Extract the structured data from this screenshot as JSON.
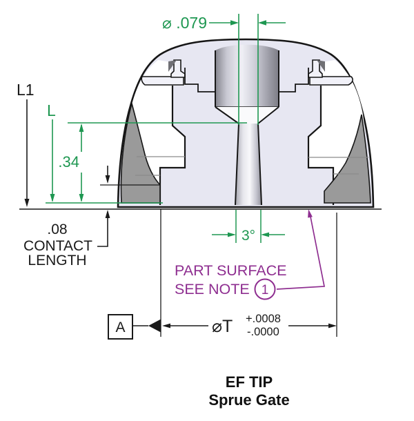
{
  "drawing": {
    "title_line1": "EF TIP",
    "title_line2": "Sprue Gate",
    "dims": {
      "orifice": "⌀ .079",
      "l1": "L1",
      "l": "L",
      "depth": ".34",
      "contact_value": ".08",
      "contact_word1": "CONTACT",
      "contact_word2": "LENGTH",
      "taper_angle": "3°",
      "diameter_t": "⌀T",
      "tol_plus": "+.0008",
      "tol_minus": "-.0000",
      "datum": "A"
    },
    "note": {
      "line1": "PART SURFACE",
      "line2": "SEE NOTE",
      "ref": "1"
    },
    "colors": {
      "dimension_green": "#1e9751",
      "note_purple": "#8e2e90",
      "line_black": "#1a1a1a",
      "body_fill": "#e7e7f2",
      "section_gray": "#9a9a9a"
    }
  }
}
